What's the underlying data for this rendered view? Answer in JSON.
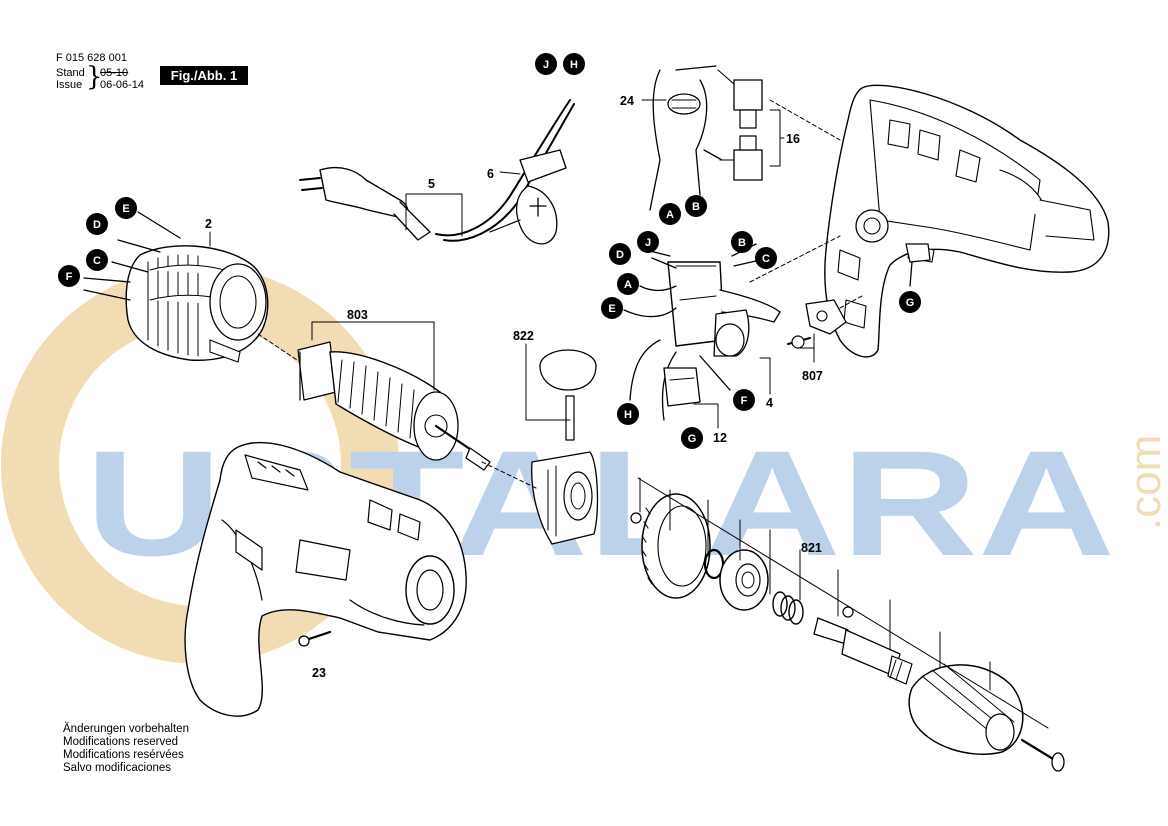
{
  "header": {
    "doc_number": "F 015 628 001",
    "stand_label": "Stand",
    "issue_label": "Issue",
    "stand_old_date": "05-10",
    "issue_date": "06-06-14",
    "figure_label": "Fig./Abb. 1"
  },
  "notes": [
    "Änderungen vorbehalten",
    "Modifications reserved",
    "Modifications resérvées",
    "Salvo modificaciones"
  ],
  "watermark": {
    "text": "USTALARA",
    "suffix": ".com",
    "color_blue": "#bcd2ea",
    "color_orange": "#f2dcb4"
  },
  "part_numbers": [
    "2",
    "4",
    "5",
    "6",
    "12",
    "16",
    "23",
    "24",
    "803",
    "807",
    "821",
    "822"
  ],
  "connector_letters": [
    "A",
    "B",
    "C",
    "D",
    "E",
    "F",
    "G",
    "H",
    "J"
  ],
  "colors": {
    "line": "#000000",
    "badge_fill": "#000000",
    "badge_text": "#ffffff"
  }
}
